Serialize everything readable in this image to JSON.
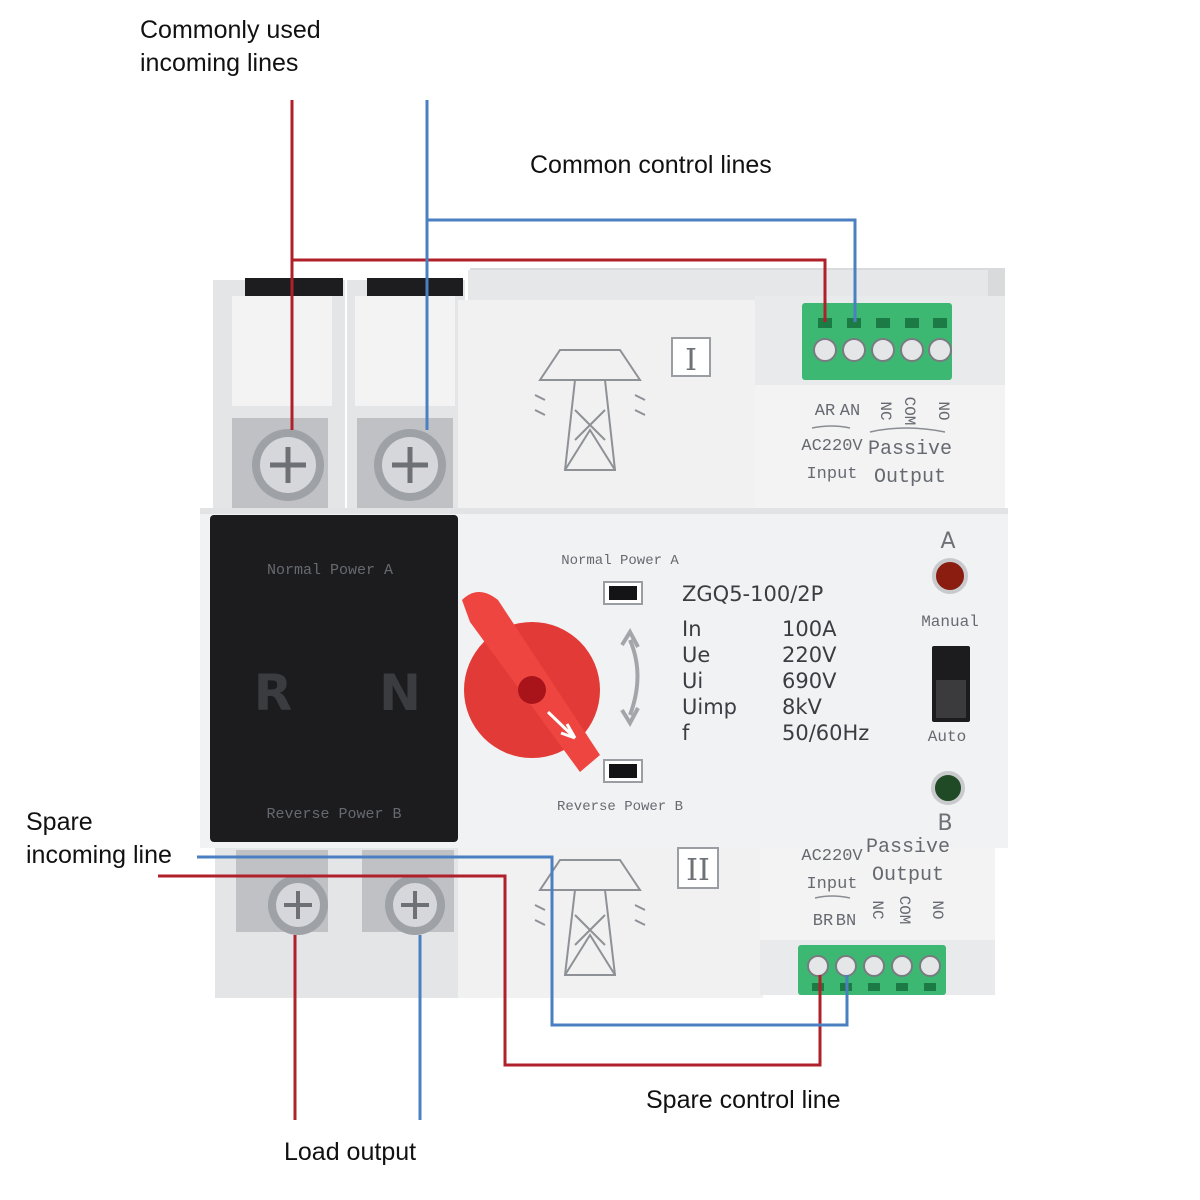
{
  "callouts": {
    "commonly_used_incoming_line1": "Commonly used",
    "commonly_used_incoming_line2": "incoming lines",
    "common_control_lines": "Common control lines",
    "spare_incoming_line1": "Spare",
    "spare_incoming_line2": "incoming line",
    "spare_control_line": "Spare control line",
    "load_output": "Load output"
  },
  "device": {
    "model": "ZGQ5-100/2P",
    "section_I": "I",
    "section_II": "II",
    "normal_power_a": "Normal Power A",
    "reverse_power_b": "Reverse Power B",
    "pole_r": "R",
    "pole_n": "N",
    "indicator_a": "A",
    "indicator_b": "B",
    "switch_manual": "Manual",
    "switch_auto": "Auto",
    "specs": [
      {
        "key": "In",
        "value": "100A"
      },
      {
        "key": "Ue",
        "value": "220V"
      },
      {
        "key": "Ui",
        "value": "690V"
      },
      {
        "key": "Uimp",
        "value": "8kV"
      },
      {
        "key": "f",
        "value": "50/60Hz"
      }
    ],
    "top_terminal": {
      "ar": "AR",
      "an": "AN",
      "nc": "NC",
      "com": "COM",
      "no": "NO",
      "voltage": "AC220V",
      "input": "Input",
      "passive": "Passive",
      "output": "Output"
    },
    "bottom_terminal": {
      "br": "BR",
      "bn": "BN",
      "nc": "NC",
      "com": "COM",
      "no": "NO",
      "voltage": "AC220V",
      "input": "Input",
      "passive": "Passive",
      "output": "Output"
    }
  },
  "colors": {
    "wire_red": "#b0202a",
    "wire_blue": "#4a7fc1",
    "body": "#ecedef",
    "cover": "#1c1c1e",
    "handle": "#e23a36",
    "terminal_green": "#3db873",
    "led_a": "#8a1c10",
    "led_b": "#1f4a25"
  }
}
